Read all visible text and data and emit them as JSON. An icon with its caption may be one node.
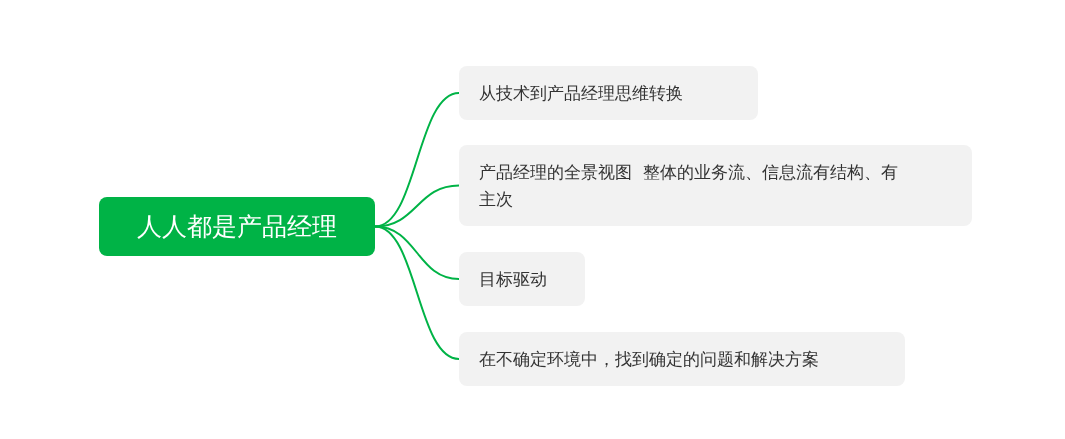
{
  "diagram": {
    "nodes": [
      {
        "text": [
          "人人都是产品经理"
        ]
      },
      {
        "text": [
          "从技术到产品经理思维转换"
        ]
      },
      {
        "text": [
          "产品经理的全景视图  整体的业务流、信息流有结构、有主次"
        ]
      },
      {
        "text": [
          "目标驱动"
        ]
      },
      {
        "text": [
          "在不确定环境中，找到确定的问题和解决方案"
        ]
      }
    ],
    "edges": [
      {
        "from": 0,
        "to": 1,
        "arrow": "none"
      },
      {
        "from": 0,
        "to": 2,
        "arrow": "none"
      },
      {
        "from": 0,
        "to": 3,
        "arrow": "none"
      },
      {
        "from": 0,
        "to": 4,
        "arrow": "none"
      }
    ]
  }
}
